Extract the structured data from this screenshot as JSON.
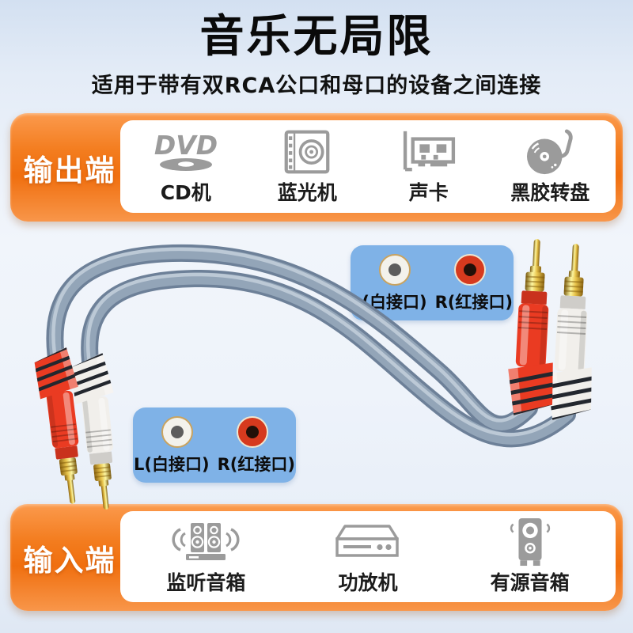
{
  "page": {
    "title": "音乐无局限",
    "subtitle": "适用于带有双RCA公口和母口的设备之间连接"
  },
  "output_section": {
    "label": "输出端",
    "devices": [
      {
        "name": "CD机",
        "icon": "dvd-logo-icon",
        "icon_text": "DVD"
      },
      {
        "name": "蓝光机",
        "icon": "bluray-player-icon"
      },
      {
        "name": "声卡",
        "icon": "sound-card-icon"
      },
      {
        "name": "黑胶转盘",
        "icon": "turntable-icon"
      }
    ]
  },
  "connector_labels": {
    "white_port": "L(白接口)",
    "red_port": "R(红接口)"
  },
  "input_section": {
    "label": "输入端",
    "devices": [
      {
        "name": "监听音箱",
        "icon": "monitor-speakers-icon"
      },
      {
        "name": "功放机",
        "icon": "amplifier-icon"
      },
      {
        "name": "有源音箱",
        "icon": "active-speaker-icon"
      }
    ]
  },
  "colors": {
    "banner_orange": "#f3781b",
    "callout_blue": "#7fb2e7",
    "cable_gray": "#93a5b8",
    "plug_red": "#ea3b22",
    "plug_white": "#f1efeb",
    "plug_gold": "#e7c24a",
    "icon_gray": "#9b9b9b"
  }
}
